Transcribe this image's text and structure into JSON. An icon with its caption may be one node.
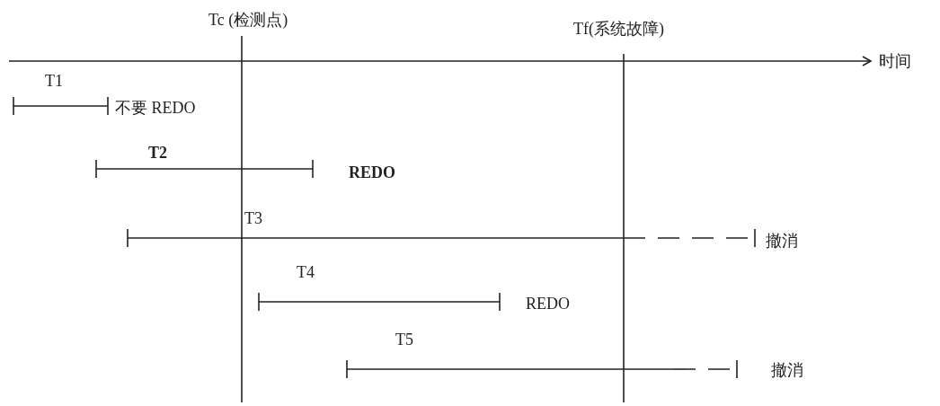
{
  "diagram": {
    "labels": [
      "Tc (检测点)",
      "Tf(系统故障)",
      "时间",
      "T1",
      "不要 REDO",
      "T2",
      "REDO",
      "T3",
      "撤消",
      "T4",
      "REDO",
      "T5",
      "撤消"
    ]
  }
}
